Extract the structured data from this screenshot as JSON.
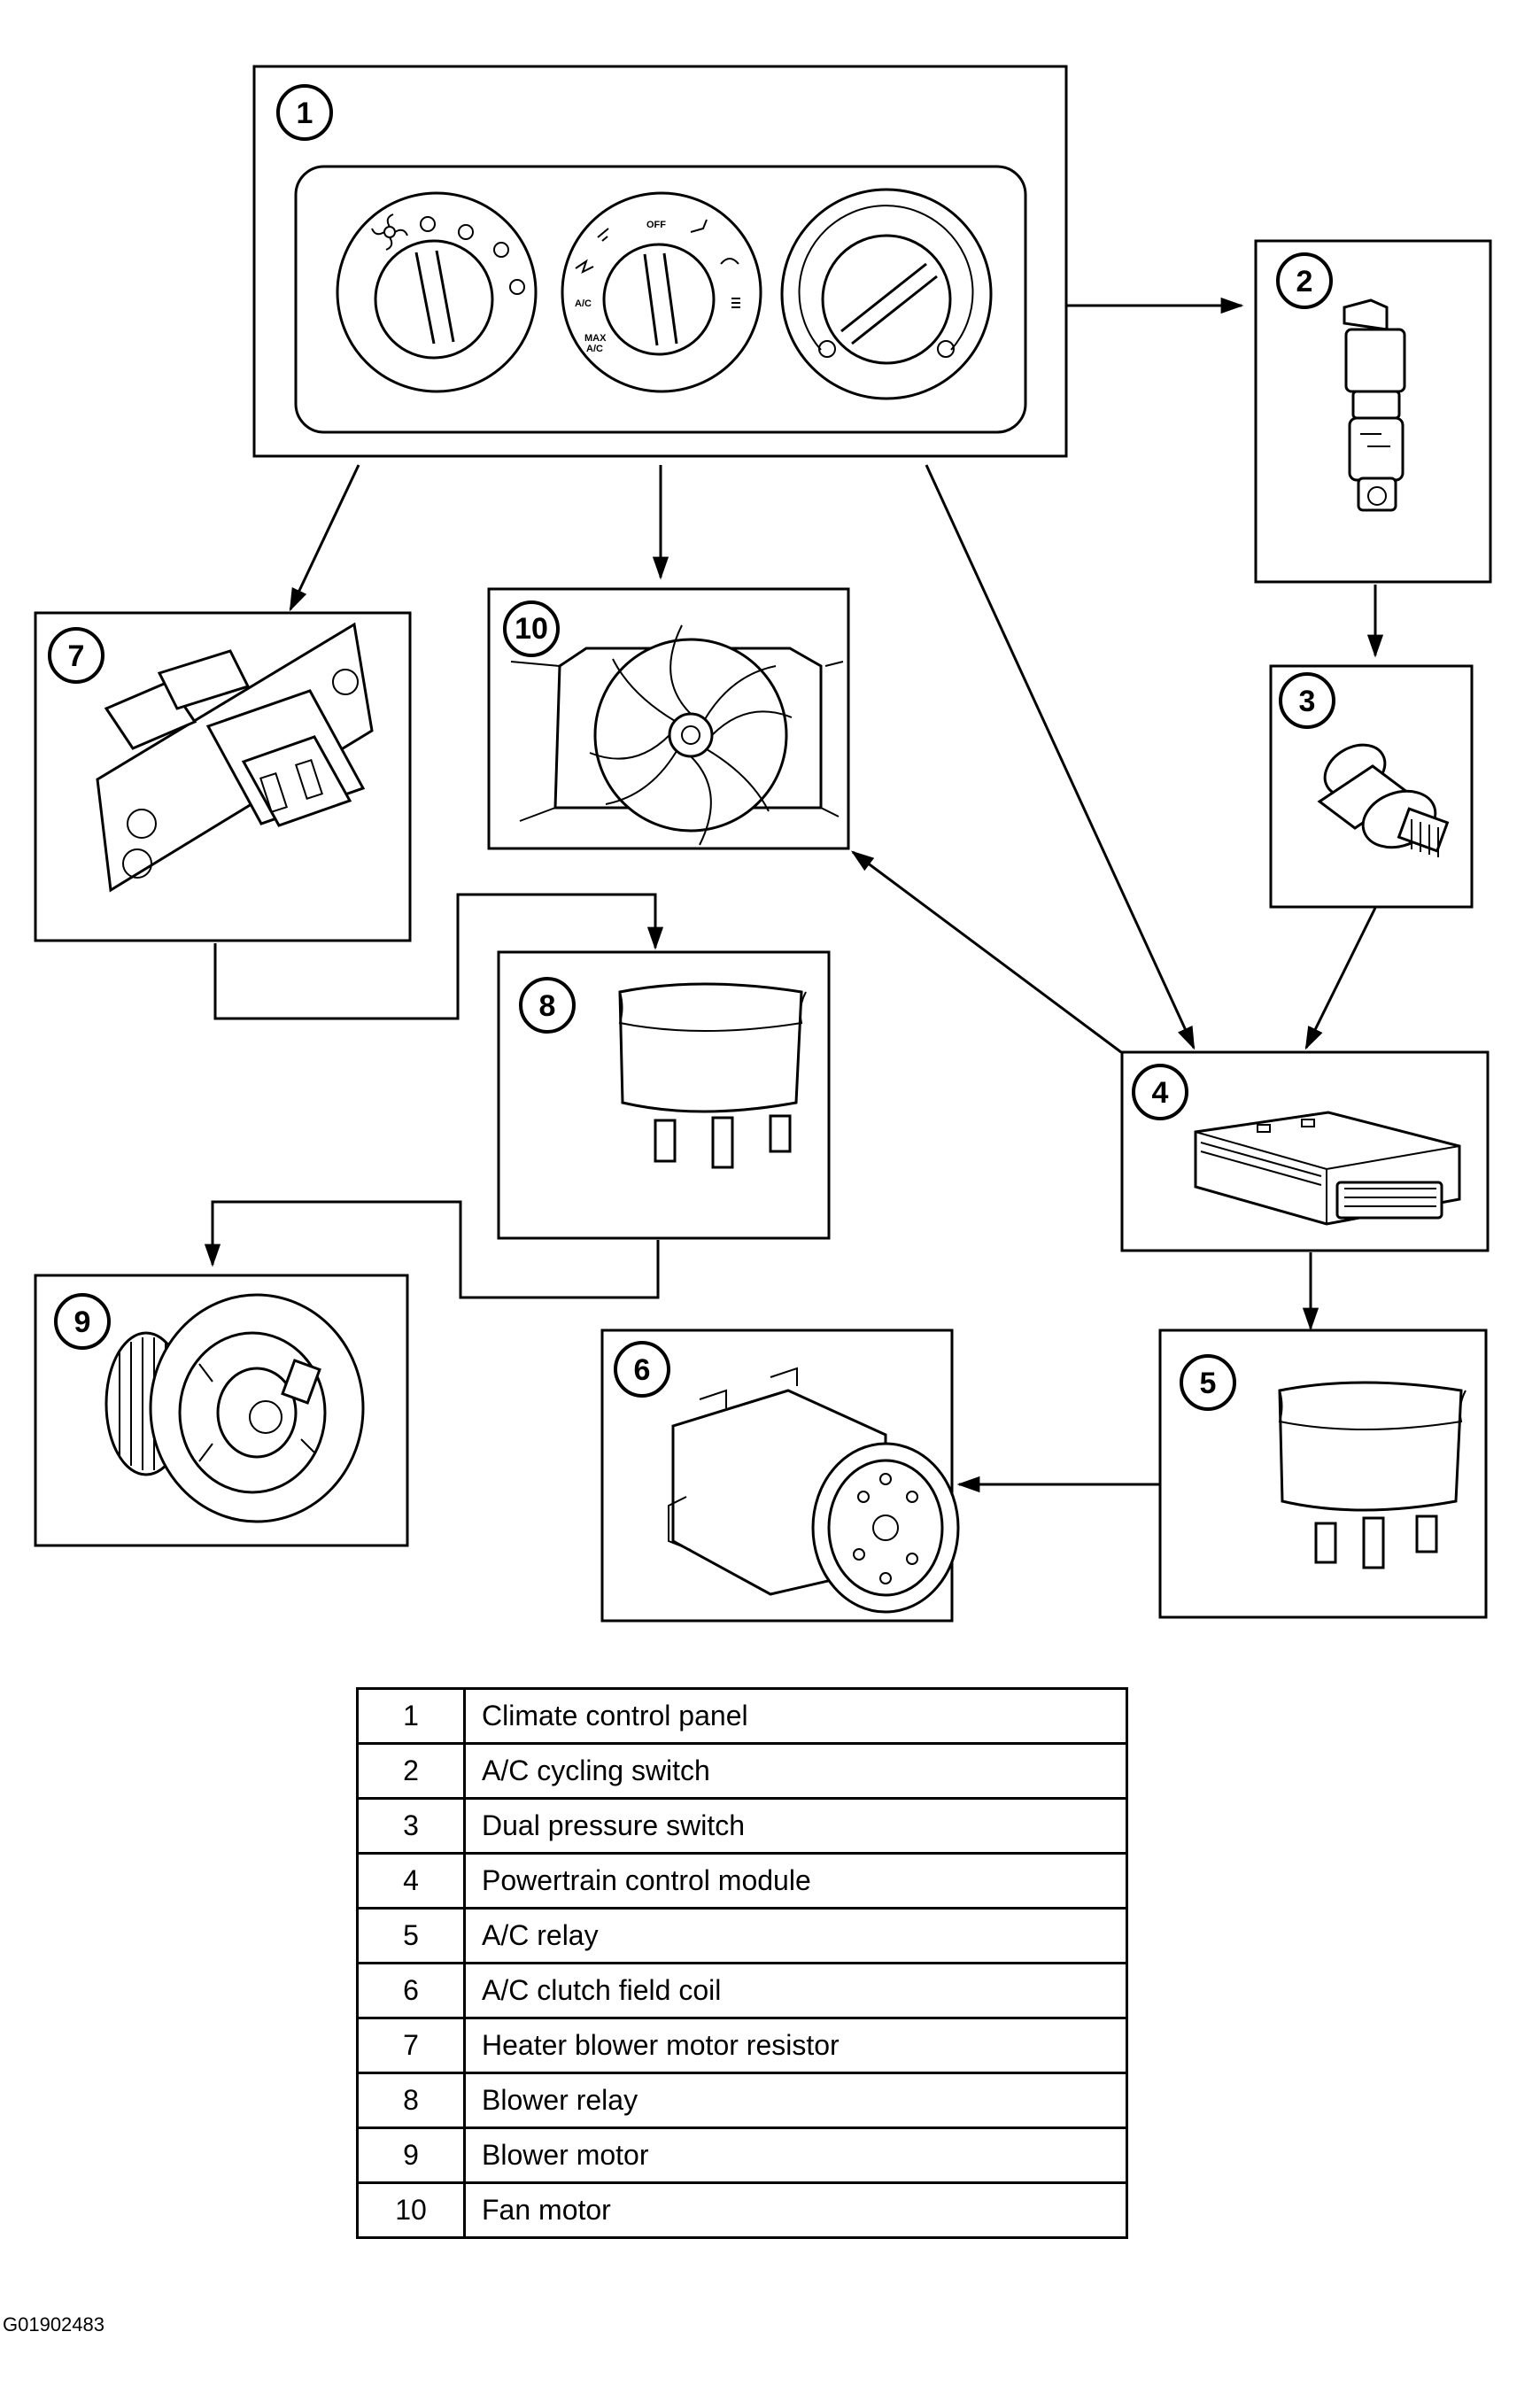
{
  "callouts": [
    "1",
    "2",
    "3",
    "4",
    "5",
    "6",
    "7",
    "8",
    "9",
    "10"
  ],
  "panel_labels": {
    "off": "OFF",
    "ac": "A/C",
    "max_ac": [
      "MAX",
      "A/C"
    ]
  },
  "legend": [
    {
      "num": "1",
      "desc": "Climate control panel"
    },
    {
      "num": "2",
      "desc": "A/C cycling switch"
    },
    {
      "num": "3",
      "desc": "Dual pressure switch"
    },
    {
      "num": "4",
      "desc": "Powertrain control module"
    },
    {
      "num": "5",
      "desc": "A/C relay"
    },
    {
      "num": "6",
      "desc": "A/C clutch field coil"
    },
    {
      "num": "7",
      "desc": "Heater blower motor resistor"
    },
    {
      "num": "8",
      "desc": "Blower relay"
    },
    {
      "num": "9",
      "desc": "Blower motor"
    },
    {
      "num": "10",
      "desc": "Fan motor"
    }
  ],
  "figure_id": "G01902483"
}
